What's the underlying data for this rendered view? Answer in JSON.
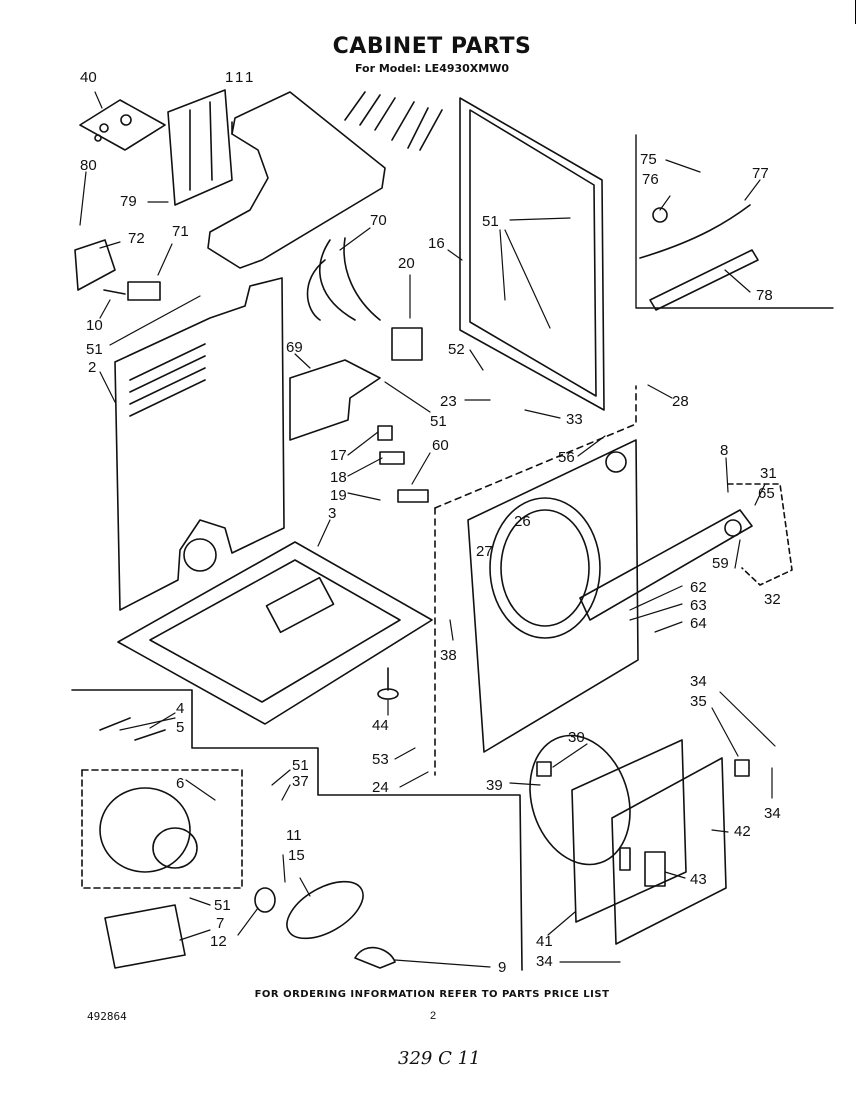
{
  "header": {
    "title": "CABINET PARTS",
    "model_line": "For Model: LE4930XMW0"
  },
  "footer": {
    "ordering_note": "FOR ORDERING INFORMATION REFER TO PARTS PRICE LIST",
    "doc_number": "492864",
    "page_number": "2",
    "handwritten_note": "329 C 11"
  },
  "callouts": {
    "c40": "40",
    "c1a": "1",
    "c1b": "1",
    "c1c": "1",
    "c80": "80",
    "c79": "79",
    "c72": "72",
    "c71": "71",
    "c10": "10",
    "c51a": "51",
    "c2": "2",
    "c70": "70",
    "c16": "16",
    "c20": "20",
    "c51b": "51",
    "c52": "52",
    "c69": "69",
    "c51c": "51",
    "c23": "23",
    "c33": "33",
    "c28": "28",
    "c75": "75",
    "c76": "76",
    "c77": "77",
    "c78": "78",
    "c17": "17",
    "c60": "60",
    "c18": "18",
    "c19": "19",
    "c3": "3",
    "c56": "56",
    "c8": "8",
    "c31": "31",
    "c65": "65",
    "c26": "26",
    "c27": "27",
    "c59": "59",
    "c32": "32",
    "c62": "62",
    "c63": "63",
    "c64": "64",
    "c38": "38",
    "c44": "44",
    "c4": "4",
    "c5": "5",
    "c6": "6",
    "c51d": "51",
    "c37": "37",
    "c34a": "34",
    "c35": "35",
    "c30": "30",
    "c53": "53",
    "c24": "24",
    "c39": "39",
    "c34b": "34",
    "c42": "42",
    "c11": "11",
    "c15": "15",
    "c43": "43",
    "c51e": "51",
    "c7": "7",
    "c12": "12",
    "c41": "41",
    "c34c": "34",
    "c9": "9"
  }
}
